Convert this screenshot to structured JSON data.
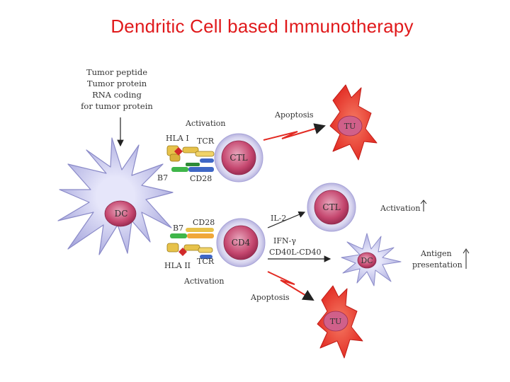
{
  "title": "Dendritic Cell based Immunotherapy",
  "diagram": {
    "antigen_sources": [
      "Tumor peptide",
      "Tumor protein",
      "RNA coding",
      "for tumor protein"
    ],
    "cells": {
      "dc_main": "DC",
      "ctl_top": "CTL",
      "cd4": "CD4",
      "ctl_activated": "CTL",
      "dc_small": "DC",
      "tumor_top": "TU",
      "tumor_bottom": "TU"
    },
    "labels": {
      "activation_top": "Activation",
      "hla_i": "HLA I",
      "tcr_top": "TCR",
      "b7_top": "B7",
      "cd28_top": "CD28",
      "cd28_bottom": "CD28",
      "b7_bottom": "B7",
      "hla_ii": "HLA II",
      "tcr_bottom": "TCR",
      "activation_bottom": "Activation",
      "apoptosis_top": "Apoptosis",
      "apoptosis_bottom": "Apoptosis",
      "il2": "IL-2",
      "ifn": "IFN-γ",
      "cd40": "CD40L-CD40",
      "activation_right": "Activation",
      "antigen": "Antigen",
      "presentation": "presentation"
    },
    "colors": {
      "title": "#e0191b",
      "cell_membrane": "#c9c8e8",
      "cell_nucleus": "#b93a63",
      "tumor": "#e8302a",
      "dc_body": "#c2c2ea"
    }
  }
}
